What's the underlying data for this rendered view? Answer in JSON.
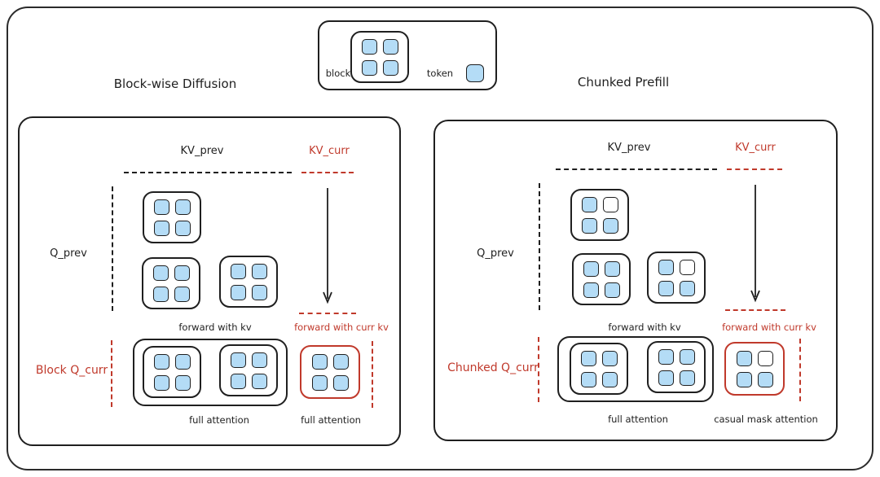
{
  "colors": {
    "ink": "#1f1f1f",
    "accent_red": "#c0392b",
    "token_blue": "#b4dcf6"
  },
  "legend": {
    "block_label": "block",
    "token_label": "token",
    "block_tokens": [
      1,
      1,
      1,
      1
    ]
  },
  "left": {
    "title": "Block-wise Diffusion",
    "kv_prev": "KV_prev",
    "kv_curr": "KV_curr",
    "q_prev": "Q_prev",
    "q_curr": "Block Q_curr",
    "forward_kv": "forward with kv",
    "forward_curr_kv": "forward with curr kv",
    "attention_left": "full attention",
    "attention_right": "full attention",
    "blocks": {
      "row1": [
        1,
        1,
        1,
        1
      ],
      "row2a": [
        1,
        1,
        1,
        1
      ],
      "row2b": [
        1,
        1,
        1,
        1
      ],
      "bottom_a": [
        1,
        1,
        1,
        1
      ],
      "bottom_b": [
        1,
        1,
        1,
        1
      ],
      "current": [
        1,
        1,
        1,
        1
      ]
    }
  },
  "right": {
    "title": "Chunked Prefill",
    "kv_prev": "KV_prev",
    "kv_curr": "KV_curr",
    "q_prev": "Q_prev",
    "q_curr": "Chunked Q_curr",
    "forward_kv": "forward with kv",
    "forward_curr_kv": "forward with curr kv",
    "attention_left": "full attention",
    "attention_right": "casual mask attention",
    "blocks": {
      "row1": [
        1,
        0,
        1,
        1
      ],
      "row2a": [
        1,
        1,
        1,
        1
      ],
      "row2b": [
        1,
        0,
        1,
        1
      ],
      "bottom_a": [
        1,
        1,
        1,
        1
      ],
      "bottom_b": [
        1,
        1,
        1,
        1
      ],
      "current": [
        1,
        0,
        1,
        1
      ]
    }
  }
}
